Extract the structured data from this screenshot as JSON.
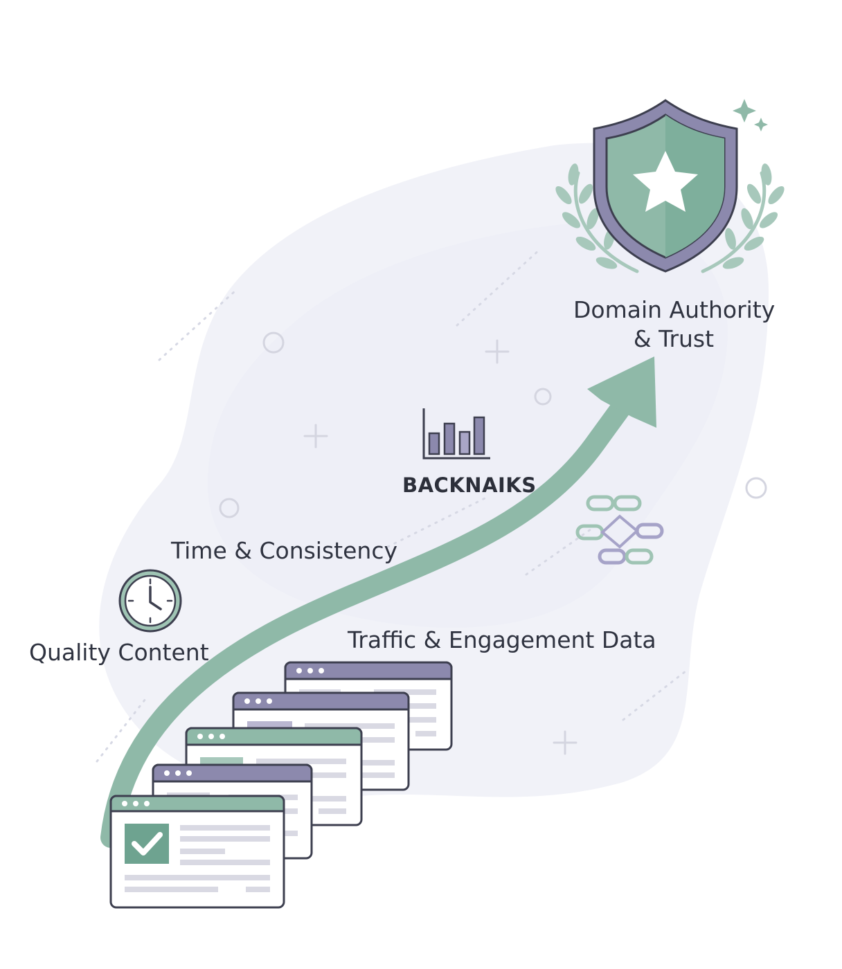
{
  "labels": {
    "domain_authority_line1": "Domain Authority",
    "domain_authority_line2": "& Trust",
    "backlinks": "BACKNAIKS",
    "time_consistency": "Time & Consistency",
    "quality_content": "Quality Content",
    "traffic_engagement": "Traffic & Engagement Data"
  },
  "colors": {
    "sage": "#8fb9a8",
    "sage_dark": "#6ea390",
    "lavender": "#8c89ad",
    "lavender_light": "#c7c4db",
    "outline": "#3d3f4f",
    "blob": "#eff0f7"
  },
  "icons": {
    "shield": "shield-star-icon",
    "laurel": "laurel-icon",
    "sparkle": "sparkle-icon",
    "bars": "bar-chart-icon",
    "links": "chain-link-icon",
    "clock": "clock-icon",
    "check": "checkmark-icon"
  },
  "stages": [
    "Quality Content",
    "Time & Consistency",
    "BACKNAIKS",
    "Traffic & Engagement Data",
    "Domain Authority & Trust"
  ]
}
